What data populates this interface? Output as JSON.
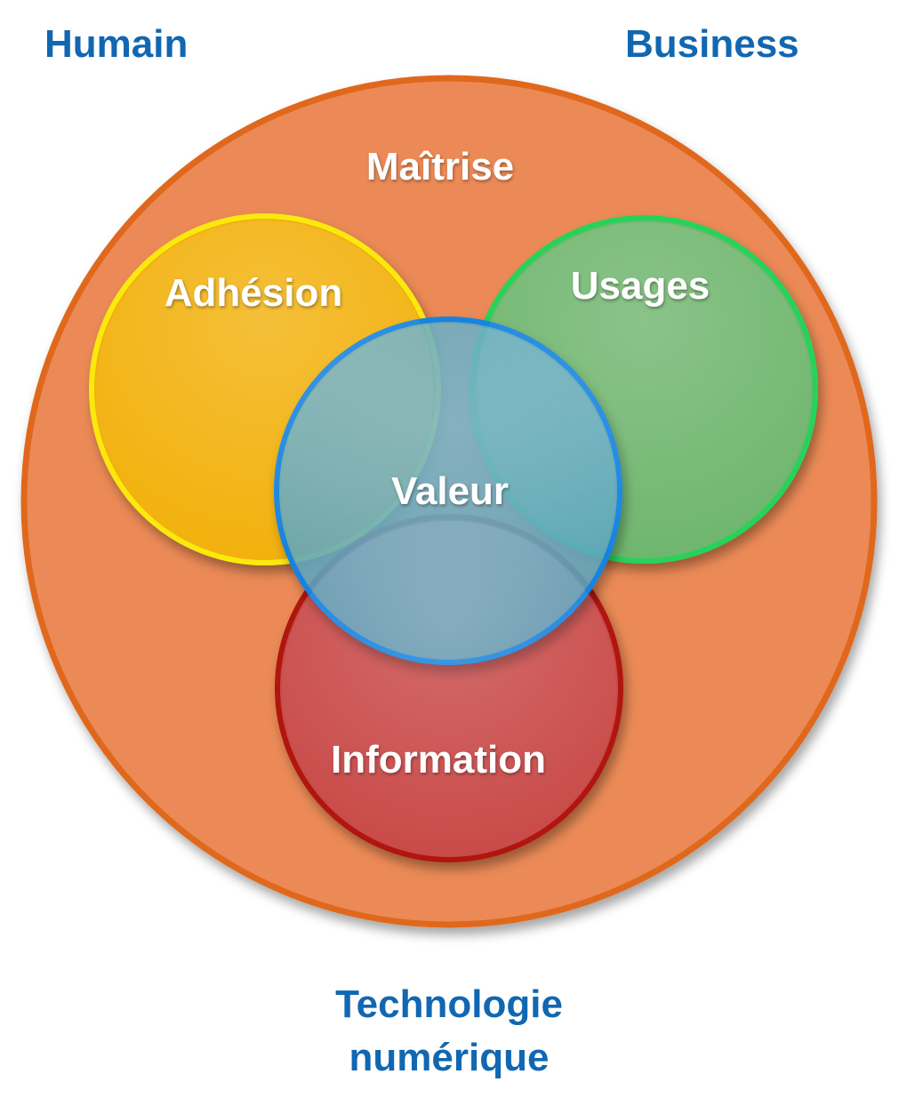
{
  "diagram": {
    "corners": {
      "humain": "Humain",
      "business": "Business",
      "technologie_line1": "Technologie",
      "technologie_line2": "numérique"
    },
    "circles": {
      "outer": "Maîtrise",
      "left": "Adhésion",
      "right": "Usages",
      "center": "Valeur",
      "bottom": "Information"
    },
    "colors": {
      "corner_text": "#1167b1",
      "outer_fill": "#eb8a57",
      "outer_border": "#e0671f",
      "adhesion_fill": "#f2b10a",
      "adhesion_border": "#fbe90e",
      "usages_fill": "#6eb86f",
      "usages_border": "#26d35a",
      "information_fill": "#c94c4a",
      "information_border": "#b01210",
      "valeur_fill": "#5aa8c3",
      "valeur_border": "#1483e0"
    }
  }
}
